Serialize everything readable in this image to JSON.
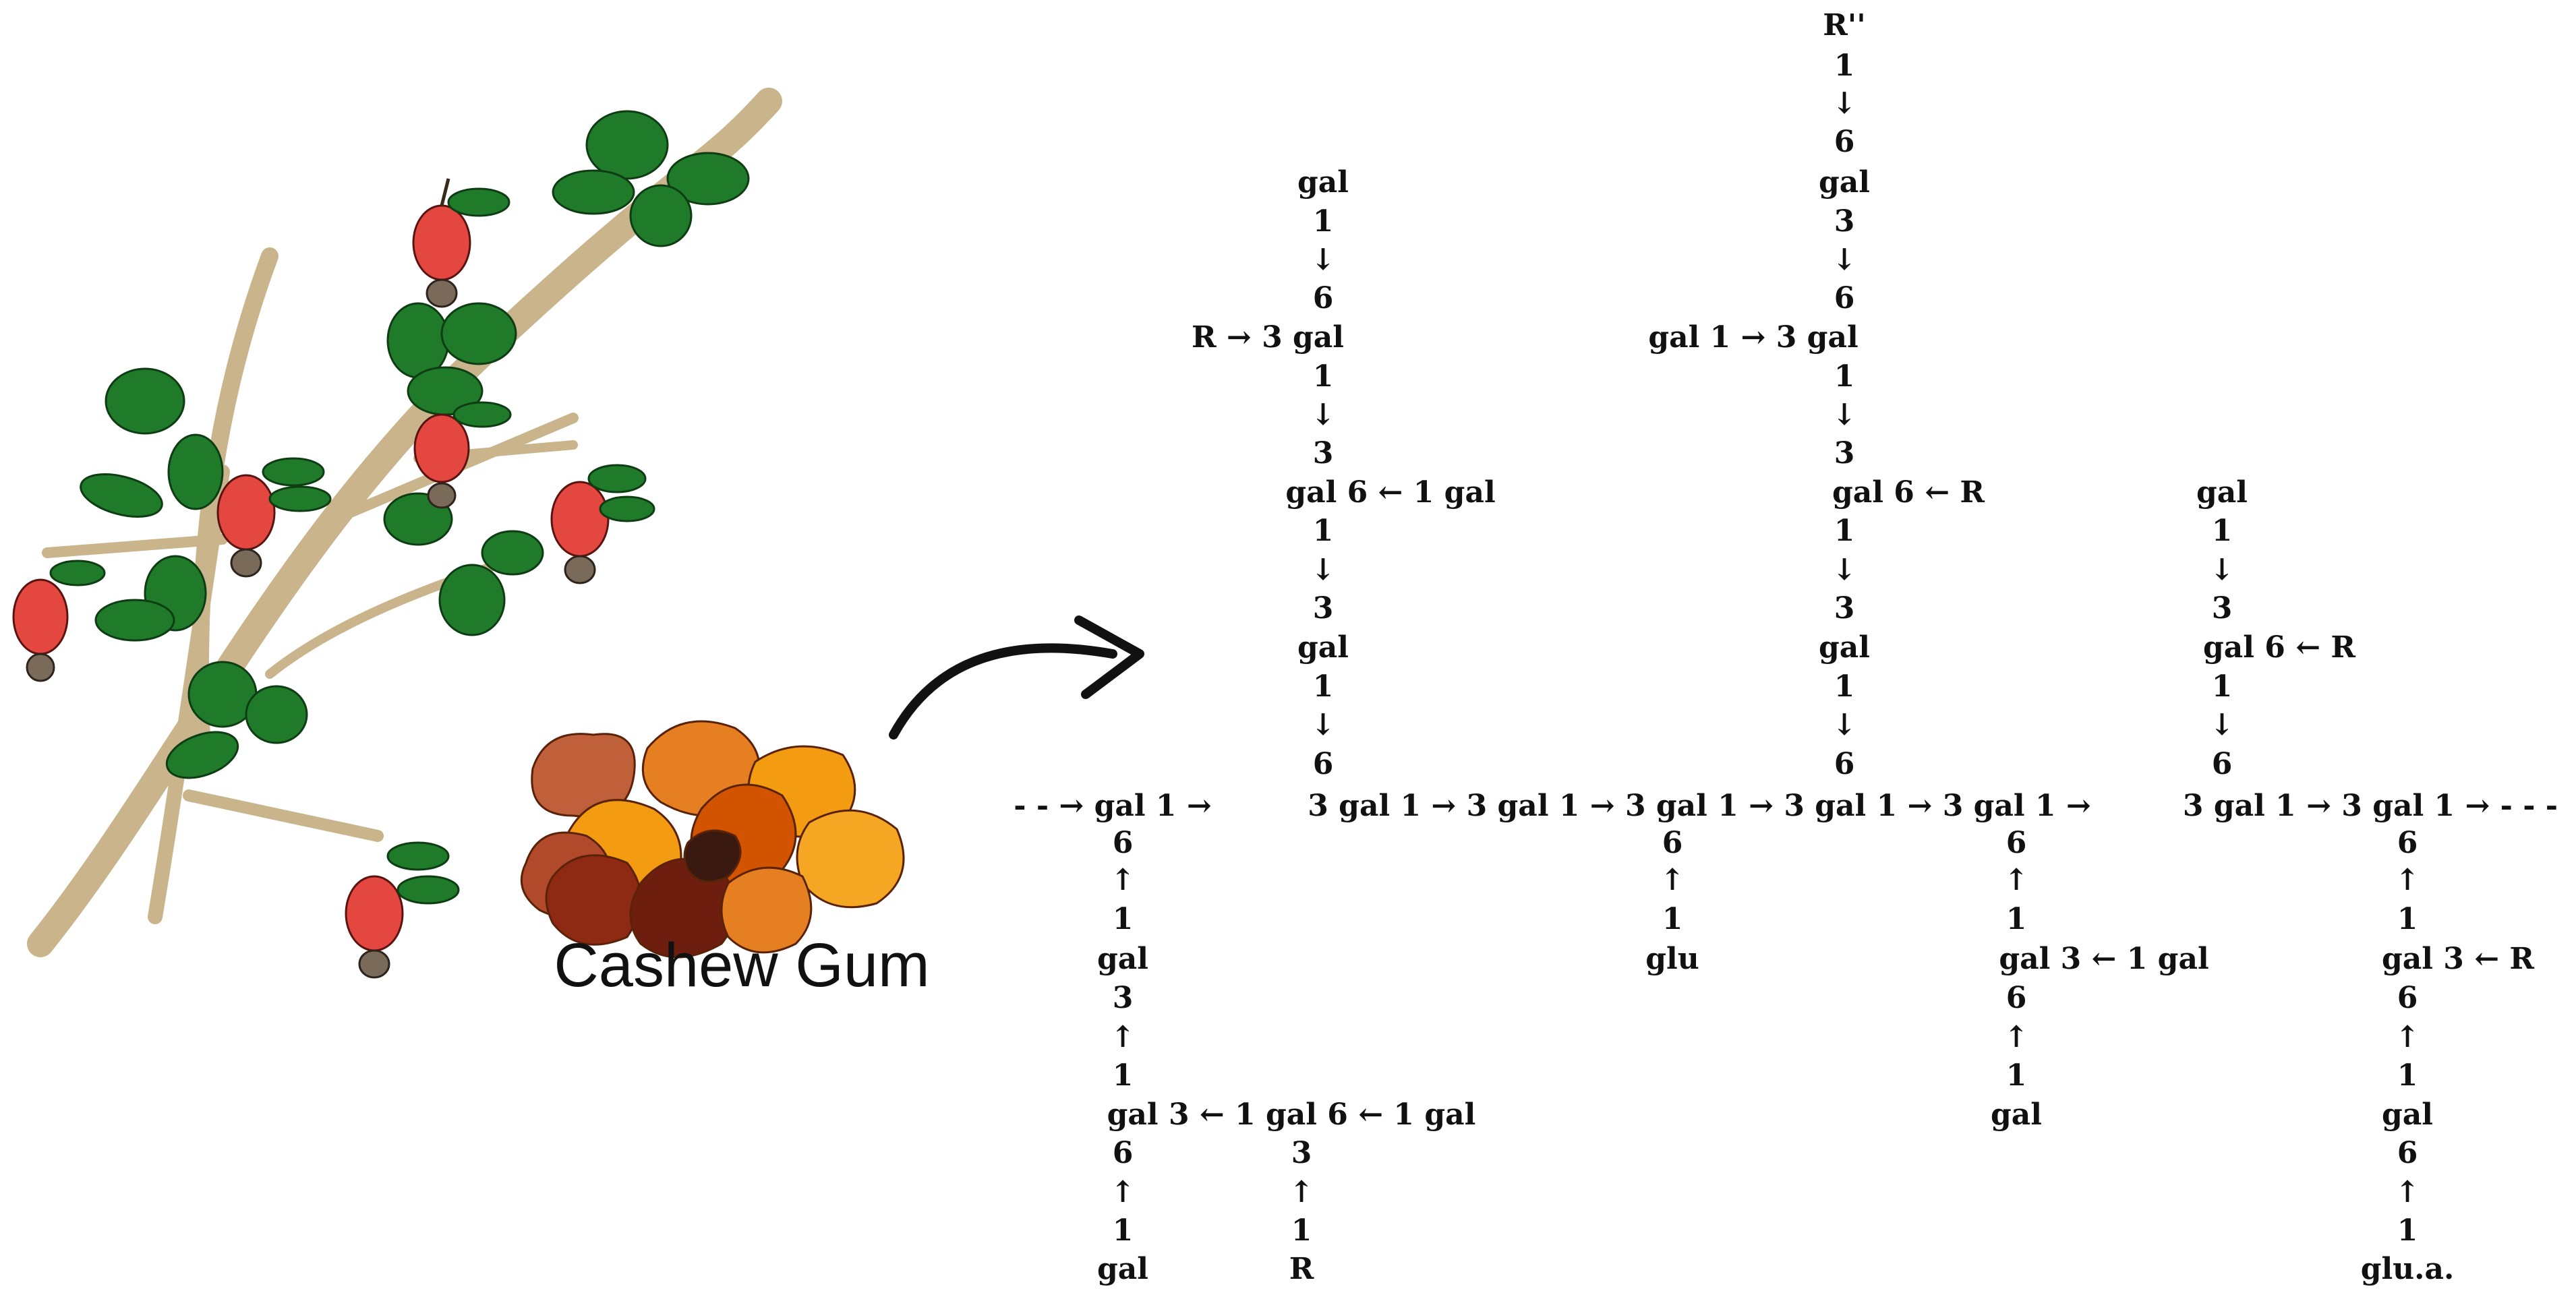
{
  "caption": "Cashew Gum",
  "colors": {
    "leaf": "#1f7a2a",
    "leaf_dark": "#14531c",
    "branch": "#c9b48c",
    "apple": "#e4473f",
    "nut": "#7a6a5a",
    "gum": [
      "#f39c12",
      "#d35400",
      "#8e2a14",
      "#c0603a",
      "#e67e22"
    ],
    "ink": "#111111"
  },
  "icons": [
    "cashew-branch-illustration",
    "cashew-gum-resin-illustration",
    "curved-arrow-icon"
  ],
  "structure": {
    "labels": [
      "R''",
      "1",
      "↓",
      "6",
      "gal",
      "3",
      "↓",
      "6",
      "gal 1 → 3 gal",
      "1",
      "↓",
      "3",
      "gal 6 ← R",
      "1",
      "↓",
      "3",
      "gal",
      "1",
      "↓",
      "6",
      "gal",
      "1",
      "↓",
      "6",
      "R → 3 gal",
      "1",
      "↓",
      "3",
      "gal 6 ← 1 gal",
      "1",
      "↓",
      "3",
      "gal",
      "1",
      "↓",
      "6",
      "gal",
      "1",
      "↓",
      "3",
      "gal 6 ← R",
      "1",
      "↓",
      "6",
      "- - → gal 1 →",
      "3 gal 1 → 3 gal 1 → 3 gal 1 → 3 gal 1 → 3 gal 1 →",
      "3 gal 1 → 3 gal 1 → - - -",
      "6",
      "↑",
      "1",
      "gal",
      "3",
      "↑",
      "1",
      "gal 3 ← 1 gal 6 ← 1 gal",
      "6",
      "↑",
      "1",
      "gal",
      "3",
      "↑",
      "1",
      "R",
      "6",
      "↑",
      "1",
      "glu",
      "6",
      "↑",
      "1",
      "gal 3 ← 1 gal",
      "6",
      "↑",
      "1",
      "gal",
      "6",
      "↑",
      "1",
      "gal 3 ← R",
      "6",
      "↑",
      "1",
      "gal",
      "6",
      "↑",
      "1",
      "glu.a."
    ]
  }
}
